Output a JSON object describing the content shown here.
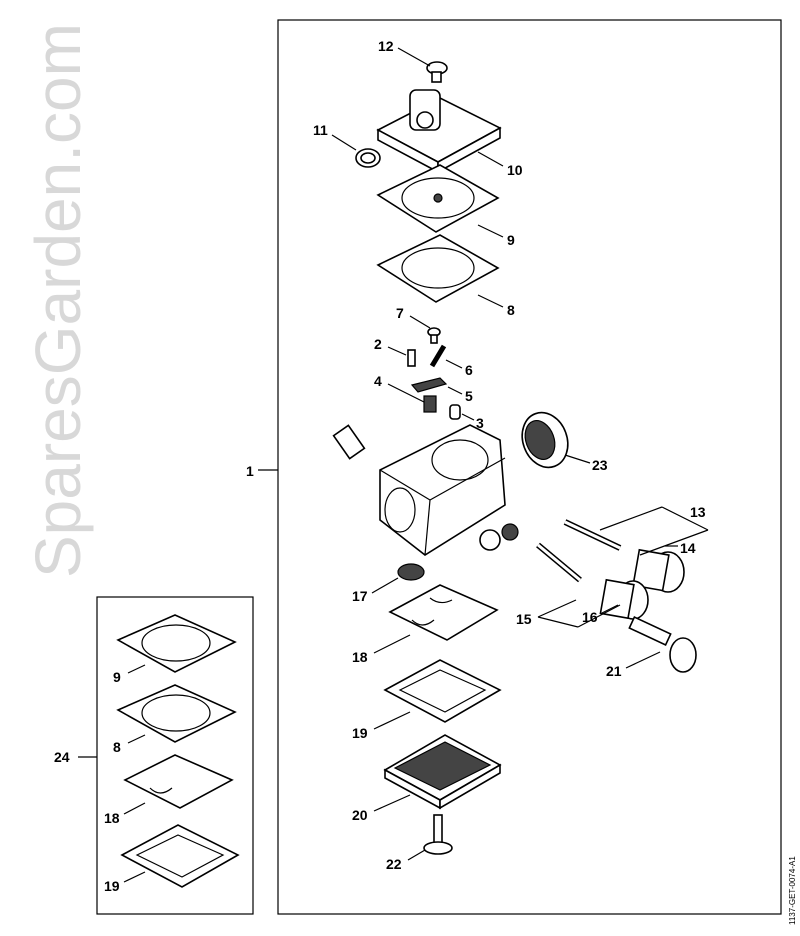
{
  "diagram": {
    "main_labels": {
      "p1": "1",
      "p2": "2",
      "p3": "3",
      "p4": "4",
      "p5": "5",
      "p6": "6",
      "p7": "7",
      "p8": "8",
      "p9": "9",
      "p10": "10",
      "p11": "11",
      "p12": "12",
      "p13": "13",
      "p14": "14",
      "p15": "15",
      "p16": "16",
      "p17": "17",
      "p18": "18",
      "p19": "19",
      "p20": "20",
      "p21": "21",
      "p22": "22",
      "p23": "23"
    },
    "kit_labels": {
      "kit": "24",
      "p9": "9",
      "p8": "8",
      "p18": "18",
      "p19": "19"
    },
    "drawing_code": "1137-GET-0074-A1",
    "watermark": "SparesGarden.com"
  }
}
